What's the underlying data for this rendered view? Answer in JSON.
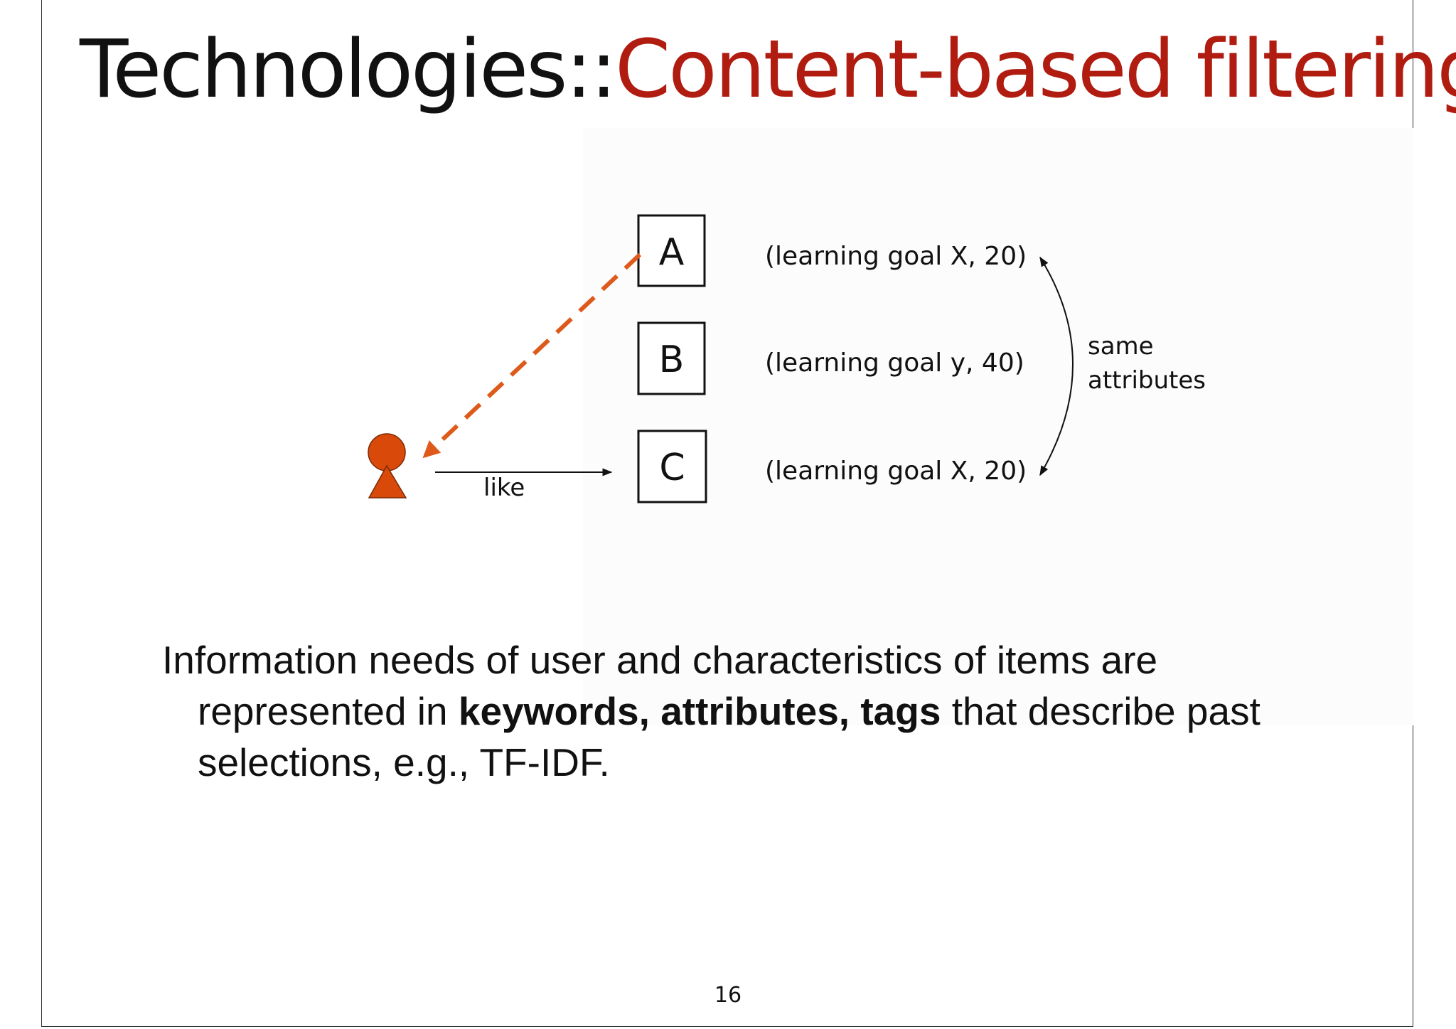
{
  "slide": {
    "title_prefix": "Technologies::",
    "title_main": "Content-based filtering",
    "page_number": "16"
  },
  "diagram": {
    "items": [
      {
        "letter": "A",
        "attribute": "(learning goal X, 20)"
      },
      {
        "letter": "B",
        "attribute": "(learning goal y, 40)"
      },
      {
        "letter": "C",
        "attribute": "(learning goal X, 20)"
      }
    ],
    "like_label": "like",
    "same_label_line1": "same",
    "same_label_line2": "attributes",
    "colors": {
      "user": "#d94a0a",
      "recommend_arrow": "#de5a1a",
      "title_accent": "#b01c10"
    }
  },
  "body": {
    "text_part1": "Information needs of user and characteristics of items are represented in ",
    "bold": "keywords, attributes, tags",
    "text_part2": " that describe past selections, e.g., TF-IDF."
  }
}
